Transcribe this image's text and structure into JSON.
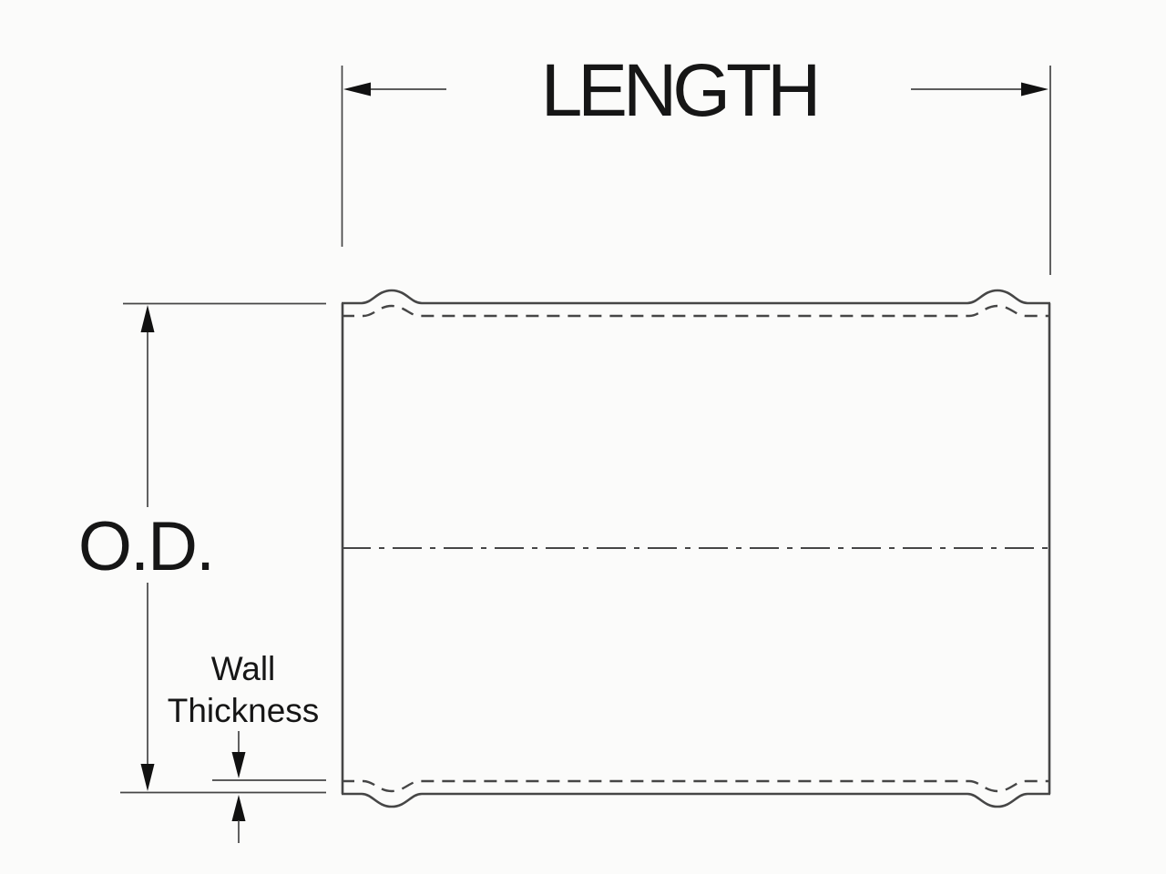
{
  "diagram": {
    "description": "Tube dimension diagram",
    "labels": {
      "length": "LENGTH",
      "outer_diameter": "O.D.",
      "wall_thickness_line1": "Wall",
      "wall_thickness_line2": "Thickness"
    },
    "colors": {
      "background": "#fbfbfa",
      "line": "#464646",
      "text": "#161616",
      "arrow": "#111111"
    }
  }
}
